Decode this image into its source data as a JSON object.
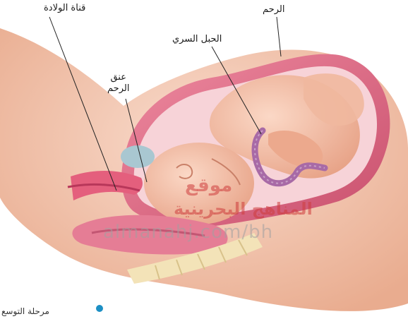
{
  "labels": {
    "birth_canal": "قناة الولادة",
    "uterus": "الرحم",
    "umbilical_cord": "الحبل السري",
    "cervix_line1": "عنق",
    "cervix_line2": "الرحم"
  },
  "caption": "مرحلة التوسع",
  "watermark": {
    "arabic_line1": "موقع",
    "arabic_line2": "المناهج البحرينية",
    "latin": "almanahj.com/bh"
  },
  "colors": {
    "skin": "#f2c1a8",
    "uterus_wall": "#e06d87",
    "amniotic": "#f7d3d8",
    "cord": "#a86aa6",
    "bullet": "#1c8fc4"
  }
}
